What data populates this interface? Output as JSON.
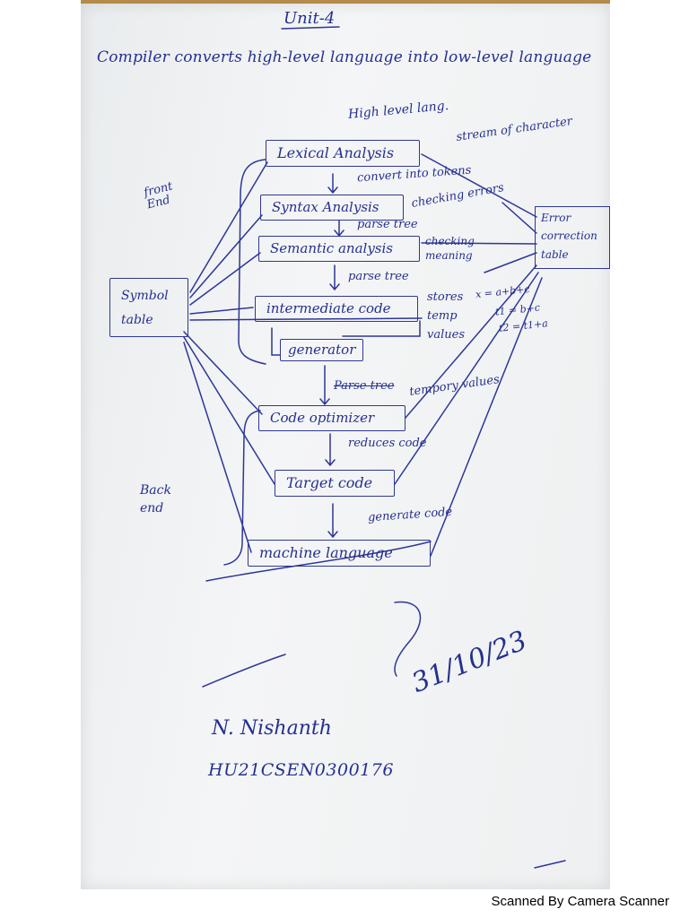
{
  "page": {
    "title": "Unit-4",
    "intro": "Compiler converts high-level language into low-level language",
    "input_note": "High level lang.",
    "input_stream": "stream of character"
  },
  "phases": [
    {
      "label": "Lexical Analysis",
      "note": "convert into tokens"
    },
    {
      "label": "Syntax Analysis",
      "note": "checking errors",
      "flow": "parse tree"
    },
    {
      "label": "Semantic analysis",
      "note": "checking meaning",
      "flow": "parse tree"
    },
    {
      "label": "intermediate code",
      "note": "stores temp values"
    },
    {
      "label": "generator"
    },
    {
      "label": "Code optimizer",
      "flow": "Parse tree",
      "note": "tempory values"
    },
    {
      "label": "Target code",
      "flow": "reduces code"
    },
    {
      "label": "machine language",
      "flow": "generate code"
    }
  ],
  "side_labels": {
    "front_end": "front End",
    "back_end": "Back end",
    "symbol_table": "Symbol table",
    "error_table": "Error correction table"
  },
  "example_code": [
    "x = a+b+c",
    "t1 = b+c",
    "t2 = t1+a"
  ],
  "signature": {
    "date": "31/10/23",
    "name": "N. Nishanth",
    "roll": "HU21CSEN0300176"
  },
  "footer": "Scanned By Camera Scanner"
}
